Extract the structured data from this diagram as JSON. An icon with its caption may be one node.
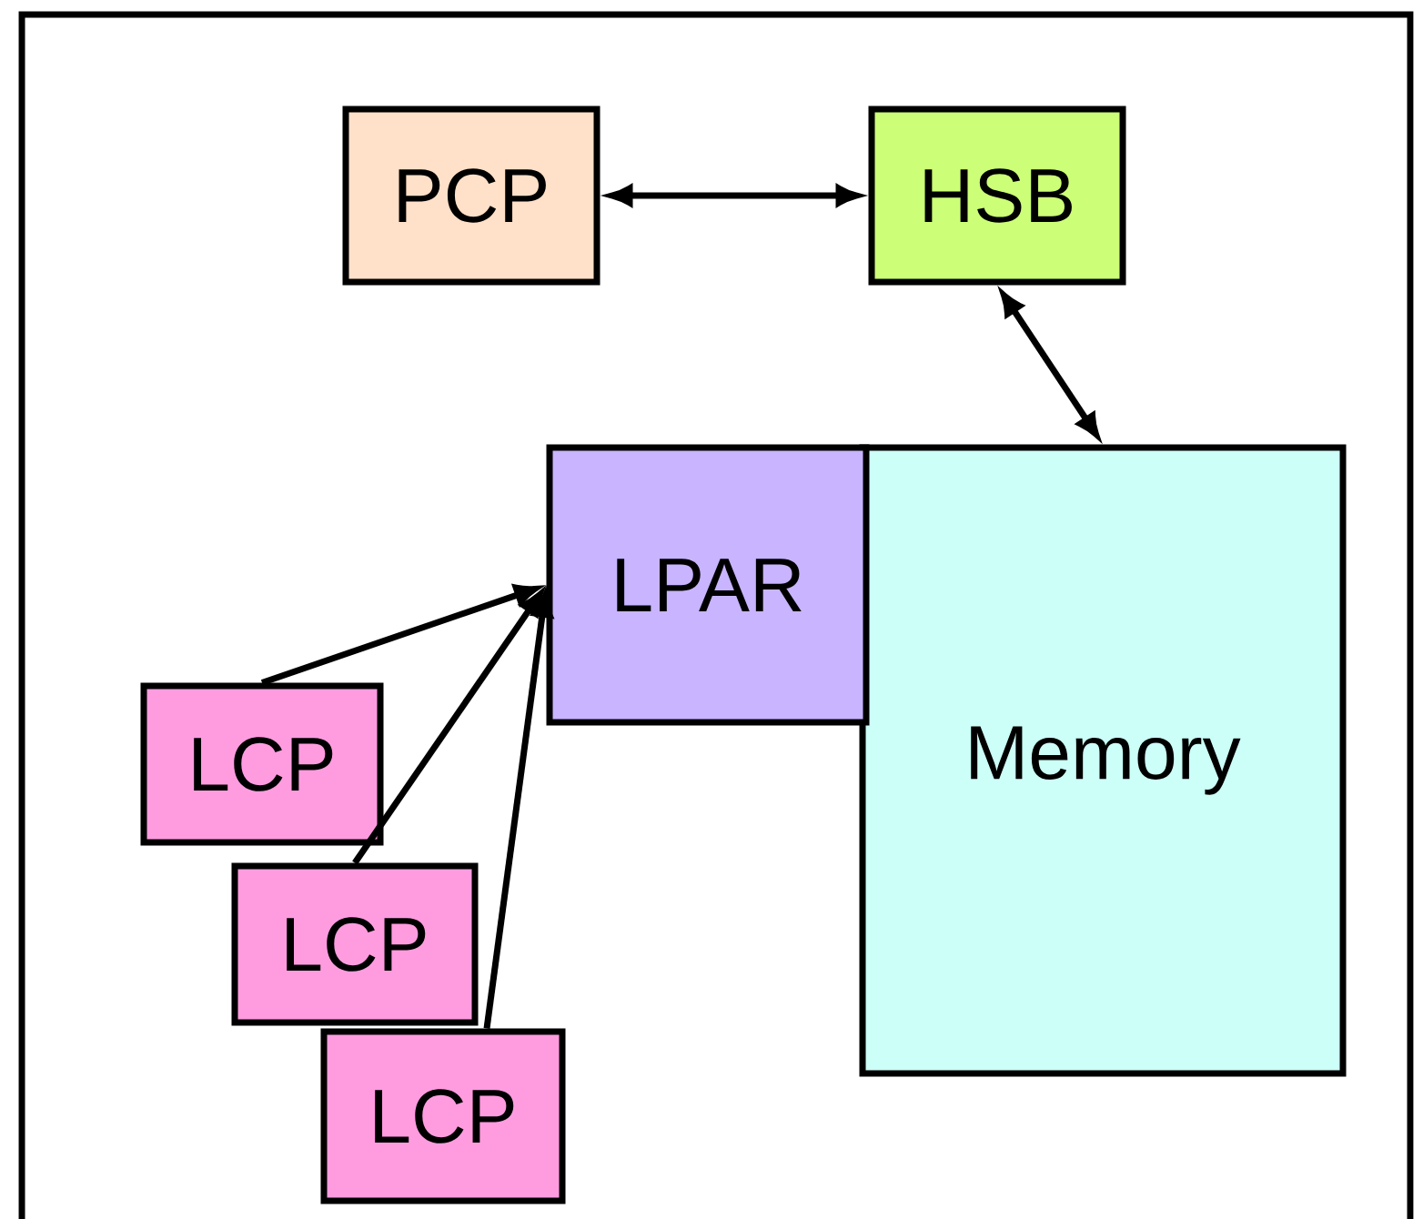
{
  "diagram": {
    "nodes": [
      {
        "text": [
          "PCP"
        ]
      },
      {
        "text": [
          "HSB"
        ]
      },
      {
        "text": [
          "LPAR"
        ]
      },
      {
        "text": [
          "Memory"
        ]
      },
      {
        "text": [
          "LCP"
        ]
      },
      {
        "text": [
          "LCP"
        ]
      },
      {
        "text": [
          "LCP"
        ]
      }
    ],
    "edges": [
      {
        "from": 0,
        "to": 1,
        "arrow": "both"
      },
      {
        "from": 1,
        "to": 3,
        "arrow": "both"
      },
      {
        "from": 4,
        "to": 2,
        "arrow": "to"
      },
      {
        "from": 5,
        "to": 2,
        "arrow": "to"
      },
      {
        "from": 6,
        "to": 2,
        "arrow": "to"
      }
    ]
  }
}
